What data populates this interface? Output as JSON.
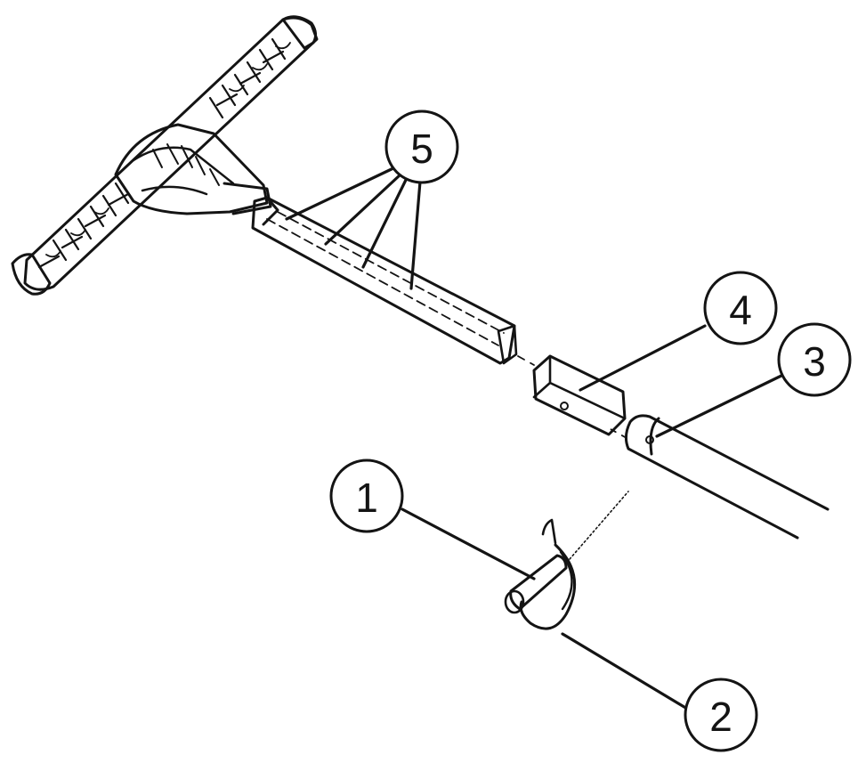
{
  "diagram": {
    "callouts": [
      {
        "id": "1",
        "label": "1"
      },
      {
        "id": "2",
        "label": "2"
      },
      {
        "id": "3",
        "label": "3"
      },
      {
        "id": "4",
        "label": "4"
      },
      {
        "id": "5",
        "label": "5"
      }
    ],
    "colors": {
      "ink": "#141414",
      "background": "#ffffff"
    }
  }
}
